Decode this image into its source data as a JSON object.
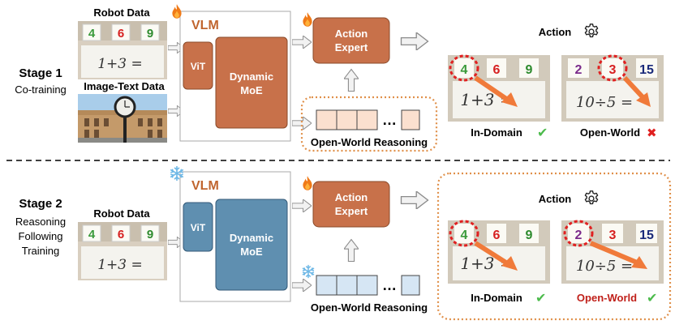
{
  "stage1": {
    "title": "Stage 1",
    "subtitle": "Co-training",
    "robot_data_label": "Robot Data",
    "image_text_label": "Image-Text Data",
    "vlm_label": "VLM",
    "vit_label": "ViT",
    "moe_label_line1": "Dynamic",
    "moe_label_line2": "MoE",
    "action_expert_line1": "Action",
    "action_expert_line2": "Expert",
    "reasoning_label": "Open-World Reasoning",
    "action_label": "Action",
    "in_domain_label": "In-Domain",
    "open_world_label": "Open-World",
    "in_domain_mark": "✔",
    "open_world_mark": "✖",
    "vlm_status_icon": "flame-icon",
    "expert_status_icon": "flame-icon"
  },
  "stage2": {
    "title": "Stage 2",
    "subtitle_line1": "Reasoning",
    "subtitle_line2": "Following",
    "subtitle_line3": "Training",
    "robot_data_label": "Robot Data",
    "vlm_label": "VLM",
    "vit_label": "ViT",
    "moe_label_line1": "Dynamic",
    "moe_label_line2": "MoE",
    "action_expert_line1": "Action",
    "action_expert_line2": "Expert",
    "reasoning_label": "Open-World Reasoning",
    "action_label": "Action",
    "in_domain_label": "In-Domain",
    "open_world_label": "Open-World",
    "in_domain_mark": "✔",
    "open_world_mark": "✔",
    "vlm_status_icon": "snowflake-icon",
    "expert_status_icon": "flame-icon",
    "reasoning_status_icon": "snowflake-icon"
  },
  "cards": {
    "in_domain": {
      "numbers": [
        "4",
        "6",
        "9"
      ],
      "number_colors": [
        "#3a9a3a",
        "#d62020",
        "#2e8b2e"
      ],
      "equation": "1+3 ="
    },
    "open_world": {
      "numbers": [
        "2",
        "3",
        "15"
      ],
      "number_colors": [
        "#7a2a8a",
        "#d62020",
        "#1a2a7a"
      ],
      "equation": "10÷5 ="
    }
  },
  "colors": {
    "orange_block": "#c8714a",
    "blue_block": "#5f8fb0",
    "orange_dotted": "#e0904a",
    "peach_cell": "#fbe0cf",
    "blue_cell": "#d6e6f4",
    "check_green": "#4cbb4c",
    "cross_red": "#e02020",
    "open_world_red": "#c0201a"
  }
}
